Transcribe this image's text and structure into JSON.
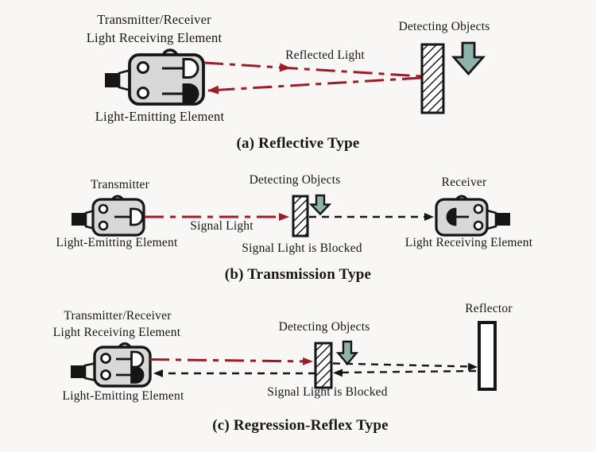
{
  "colors": {
    "background": "#f8f7f5",
    "ink": "#161616",
    "signal_red": "#a01b28",
    "arrow_green": "#8fb2aa",
    "sensor_gray": "#d8d8d8"
  },
  "section_a": {
    "caption": "(a) Reflective Type",
    "sensor_top_label_line1": "Transmitter/Receiver",
    "sensor_top_label_line2": "Light Receiving Element",
    "sensor_bottom_label": "Light-Emitting Element",
    "beam_label": "Reflected Light",
    "object_label": "Detecting Objects"
  },
  "section_b": {
    "caption": "(b) Transmission Type",
    "transmitter_label": "Transmitter",
    "transmitter_bottom_label": "Light-Emitting Element",
    "beam_label": "Signal Light",
    "object_label": "Detecting Objects",
    "blocked_label": "Signal Light is Blocked",
    "receiver_label": "Receiver",
    "receiver_bottom_label": "Light Receiving Element"
  },
  "section_c": {
    "caption": "(c) Regression-Reflex Type",
    "sensor_top_label_line1": "Transmitter/Receiver",
    "sensor_top_label_line2": "Light Receiving Element",
    "sensor_bottom_label": "Light-Emitting Element",
    "object_label": "Detecting Objects",
    "blocked_label": "Signal Light is Blocked",
    "reflector_label": "Reflector"
  }
}
